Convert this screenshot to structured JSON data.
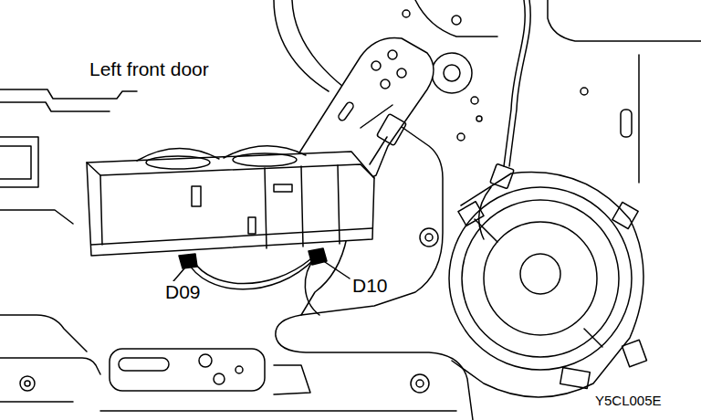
{
  "diagram": {
    "labels": [
      "Left front door",
      "D09",
      "D10",
      "Y5CL005E"
    ]
  }
}
